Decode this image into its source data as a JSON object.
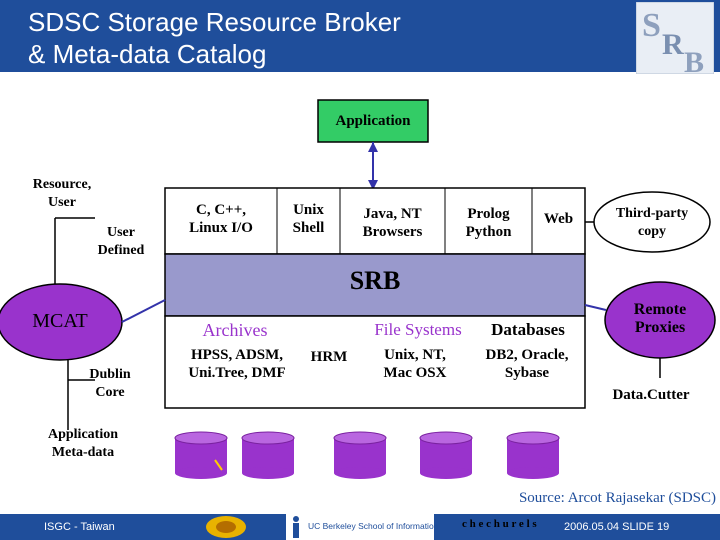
{
  "title": {
    "line1": "SDSC Storage Resource Broker",
    "line2": "& Meta-data Catalog"
  },
  "logo": {
    "letters": "SRB"
  },
  "diagram": {
    "application": "Application",
    "srb": "SRB",
    "top_interfaces": [
      {
        "line1": "C, C++,",
        "line2": "Linux I/O"
      },
      {
        "line1": "Unix",
        "line2": "Shell"
      },
      {
        "line1": "Java, NT",
        "line2": "Browsers"
      },
      {
        "line1": "Prolog",
        "line2": "Python"
      },
      {
        "line1": "Web",
        "line2": ""
      }
    ],
    "third_party": {
      "line1": "Third-party",
      "line2": "copy"
    },
    "resource_user": {
      "line1": "Resource,",
      "line2": "User"
    },
    "user_defined": {
      "line1": "User",
      "line2": "Defined"
    },
    "mcat": "MCAT",
    "dublin_core": {
      "line1": "Dublin",
      "line2": "Core"
    },
    "app_metadata": {
      "line1": "Application",
      "line2": "Meta-data"
    },
    "archives": {
      "heading": "Archives",
      "line1": "HPSS, ADSM,",
      "line2": "Uni.Tree, DMF"
    },
    "hrm": "HRM",
    "file_systems": {
      "heading": "File Systems",
      "line1": "Unix, NT,",
      "line2": "Mac OSX"
    },
    "databases": {
      "heading": "Databases",
      "line1": "DB2, Oracle,",
      "line2": "Sybase"
    },
    "remote_proxies": {
      "line1": "Remote",
      "line2": "Proxies"
    },
    "datacutter": "Data.Cutter",
    "source": "Source: Arcot Rajasekar (SDSC)"
  },
  "footer": {
    "left": "ISGC - Taiwan",
    "center": "c h e c h u r e l s",
    "right": "2006.05.04 SLIDE 19",
    "berkeley": "UC Berkeley School of Information"
  },
  "colors": {
    "title_bar": "#1f4e9b",
    "purple": "#9933cc",
    "green_box": "#33cc66",
    "srb_fill": "#9999cc"
  }
}
